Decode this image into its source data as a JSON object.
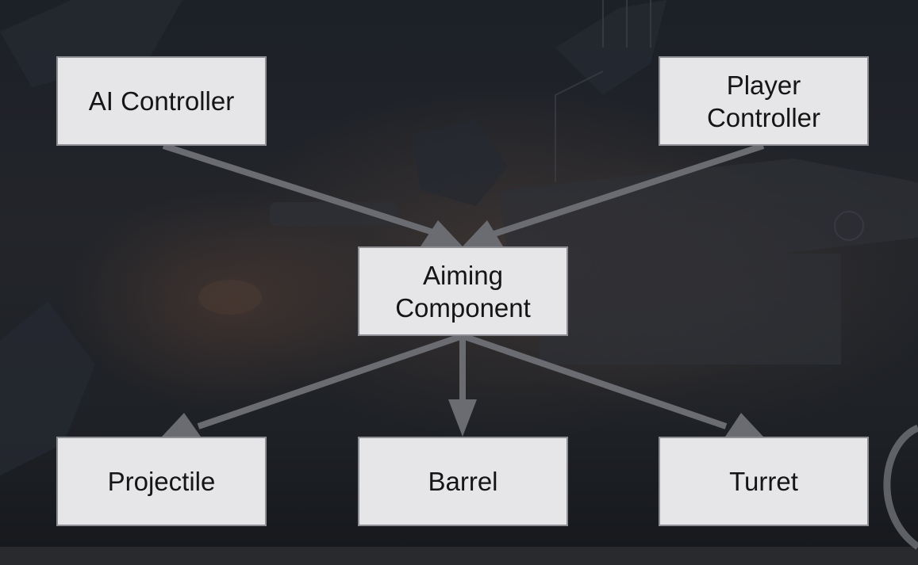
{
  "nodes": {
    "ai_controller": "AI Controller",
    "player_controller": "Player\nController",
    "aiming_component": "Aiming\nComponent",
    "projectile": "Projectile",
    "barrel": "Barrel",
    "turret": "Turret"
  },
  "edges": [
    {
      "from": "ai_controller",
      "to": "aiming_component"
    },
    {
      "from": "player_controller",
      "to": "aiming_component"
    },
    {
      "from": "aiming_component",
      "to": "projectile"
    },
    {
      "from": "aiming_component",
      "to": "barrel"
    },
    {
      "from": "aiming_component",
      "to": "turret"
    }
  ],
  "colors": {
    "box_fill": "#e6e6e8",
    "box_border": "#8e8f94",
    "arrow": "#6b6c72",
    "text": "#151515"
  }
}
